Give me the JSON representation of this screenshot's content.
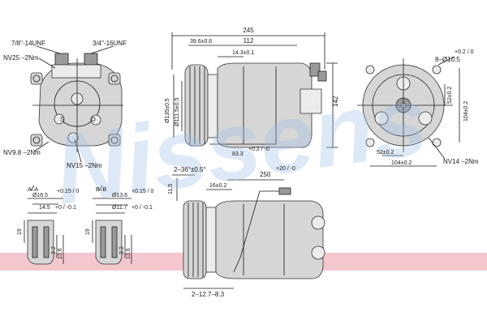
{
  "watermark": {
    "text": "Nissens"
  },
  "colors": {
    "watermark": "#9fc1e6",
    "band": "#f4c7cf",
    "line": "#1a1a1a",
    "body_fill": "#d6d6d6"
  },
  "front_view": {
    "fitting_suction": "7/8\"-14UNF",
    "fitting_discharge": "3/4\"-16UNF",
    "torque_top": "NV25 –2Nm",
    "torque_left": "NV9.8 –2Nm",
    "torque_bottom": "NV15 –2Nm",
    "port_s": "S",
    "port_d": "D"
  },
  "side_view": {
    "length_total": "245",
    "len_39": "39.6±0.6",
    "len_112": "112",
    "len_14": "14.3±0.1",
    "pulley_dia": "Ø135±0.5",
    "pulley_dia2": "Ø111.5±0.5",
    "len_83": "83.3",
    "len_83_tol": "+0.2 / -0",
    "height": "142"
  },
  "rear_view": {
    "mount_holes": "8–Ø10.5",
    "mount_holes_tol": "+0.2 / 0",
    "dim_52v": "52±0.2",
    "dim_104v": "104±0.2",
    "dim_52h": "52±0.2",
    "dim_104h": "104±0.2",
    "torque": "NV14 –2Nm"
  },
  "fittings": {
    "a_label": "A–A",
    "b_label": "B–B",
    "a_dia1": "Ø16.5",
    "a_dia1_tol": "+0.15 / 0",
    "a_dia2": "14.5",
    "a_dia2_tol": "+0 / -0.1",
    "a_h1": "19",
    "a_h2": "3.2",
    "a_h3": "13.6",
    "b_dia1": "Ø13.6",
    "b_dia1_tol": "+0.15 / 0",
    "b_dia2": "Ø11.7",
    "b_dia2_tol": "+0 / -0.1",
    "b_h1": "19",
    "b_h2": "3.2",
    "b_h3": "13.6"
  },
  "bottom_view": {
    "belt": "2–36°±0.5°",
    "wire_len": "250",
    "wire_len_tol": "+20 / -0",
    "dim_16": "16±0.2",
    "dim_11": "11.5",
    "groove": "2–12.7–8.3"
  }
}
